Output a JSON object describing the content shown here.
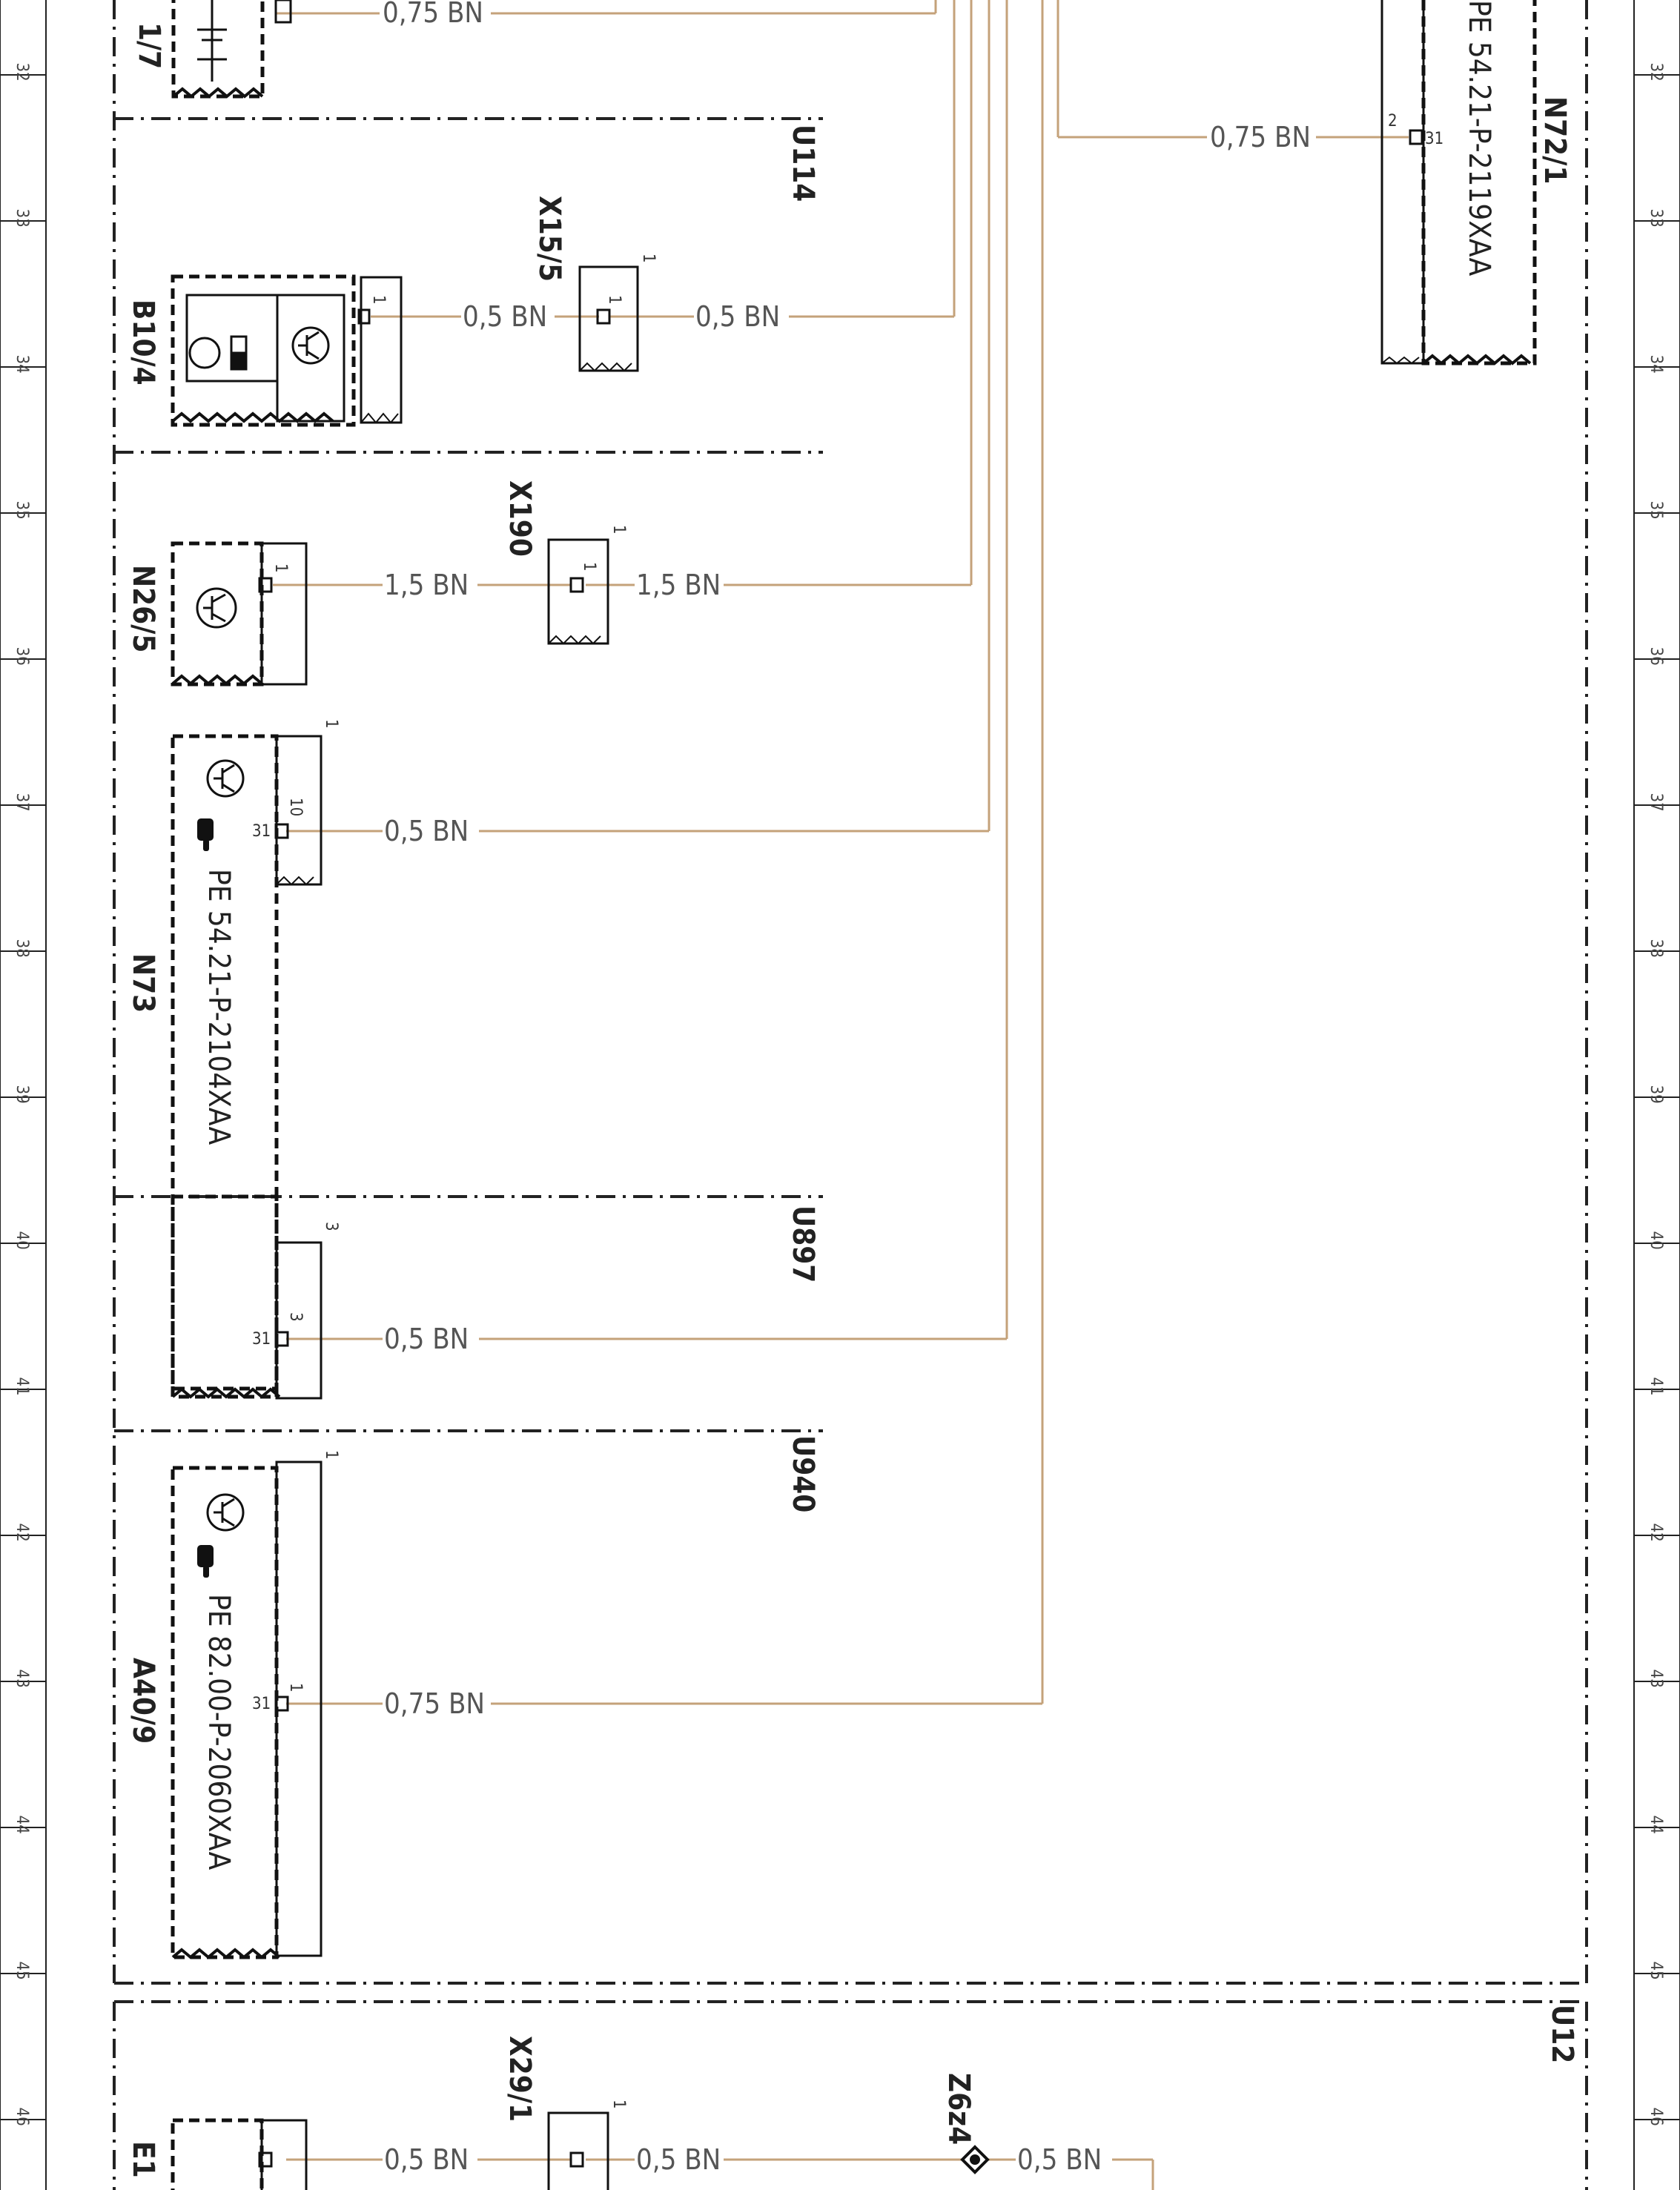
{
  "grid": {
    "rows": [
      "32",
      "33",
      "34",
      "35",
      "36",
      "37",
      "38",
      "39",
      "40",
      "41",
      "42",
      "43",
      "44",
      "45",
      "46"
    ]
  },
  "wire_color": "#c4a27a",
  "components": {
    "top_partial": {
      "label": "1/7",
      "wire": "0,75 BN"
    },
    "u114": {
      "label": "U114"
    },
    "b10_4": {
      "label": "B10/4",
      "pin": "1",
      "wire_left": "0,5 BN",
      "wire_right": "0,5 BN"
    },
    "x15_5": {
      "label": "X15/5",
      "pin": "1"
    },
    "n26_5": {
      "label": "N26/5",
      "pin": "1",
      "wire_left": "1,5 BN",
      "wire_right": "1,5 BN"
    },
    "x190": {
      "label": "X190",
      "pin": "1"
    },
    "n73": {
      "label": "N73",
      "ref": "PE 54.21-P-2104XAA",
      "pin_top": "1",
      "pin_side": "10",
      "pin_ground": "31",
      "wire": "0,5 BN"
    },
    "u897": {
      "label": "U897",
      "pin_top": "3",
      "pin_side": "3",
      "pin_ground": "31",
      "wire": "0,5 BN"
    },
    "u940": {
      "label": "U940"
    },
    "a40_9": {
      "label": "A40/9",
      "ref": "PE 82.00-P-2060XAA",
      "pin_top": "1",
      "pin_side": "1",
      "pin_ground": "31",
      "wire": "0,75 BN"
    },
    "n72_1": {
      "label": "N72/1",
      "ref": "PE 54.21-P-2119XAA",
      "pin_side": "2",
      "pin_ground": "31",
      "wire": "0,75 BN"
    },
    "u12": {
      "label": "U12"
    },
    "x29_1": {
      "label": "X29/1",
      "pin": "1",
      "wire_left": "0,5 BN",
      "wire_right": "0,5 BN"
    },
    "z6z4": {
      "label": "Z6z4",
      "wire": "0,5 BN"
    },
    "e1_partial": {
      "label": "E1"
    }
  }
}
